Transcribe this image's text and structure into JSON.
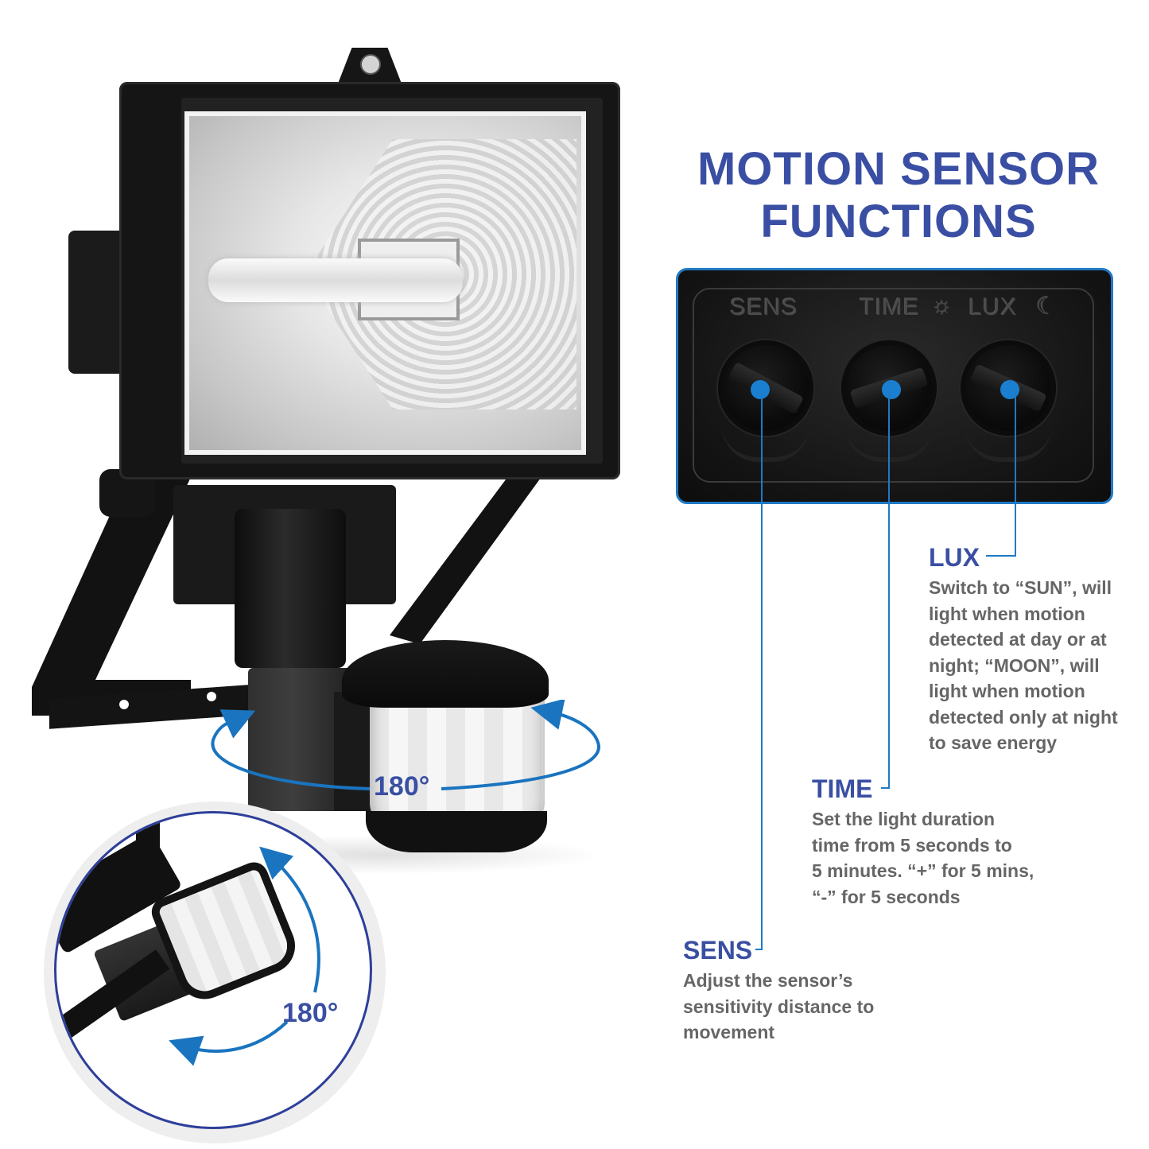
{
  "title": {
    "line1": "MOTION SENSOR",
    "line2": "FUNCTIONS"
  },
  "colors": {
    "title_blue": "#3a4fa3",
    "callout_blue": "#1f7ac4",
    "body_gray": "#666666",
    "panel_dark": "#141414"
  },
  "panel": {
    "labels": {
      "sens": "SENS",
      "time": "TIME",
      "sun_symbol": "☼",
      "lux": "LUX",
      "moon_symbol": "☾"
    },
    "knobs": [
      {
        "name": "SENS"
      },
      {
        "name": "TIME"
      },
      {
        "name": "LUX"
      }
    ]
  },
  "callouts": {
    "lux": {
      "heading": "LUX",
      "lines": [
        "Switch to “SUN”, will",
        "light when motion",
        "detected at day or at",
        "night; “MOON”, will",
        "light when motion",
        "detected only at night",
        "to save energy"
      ]
    },
    "time": {
      "heading": "TIME",
      "lines": [
        "Set the light duration",
        "time from 5 seconds to",
        "5 minutes. “+” for 5 mins,",
        "“-” for 5 seconds"
      ]
    },
    "sens": {
      "heading": "SENS",
      "lines": [
        "Adjust the sensor’s",
        "sensitivity distance to",
        "movement"
      ]
    }
  },
  "illustration": {
    "horizontal_rotation_label": "180°",
    "vertical_rotation_label": "180°"
  }
}
